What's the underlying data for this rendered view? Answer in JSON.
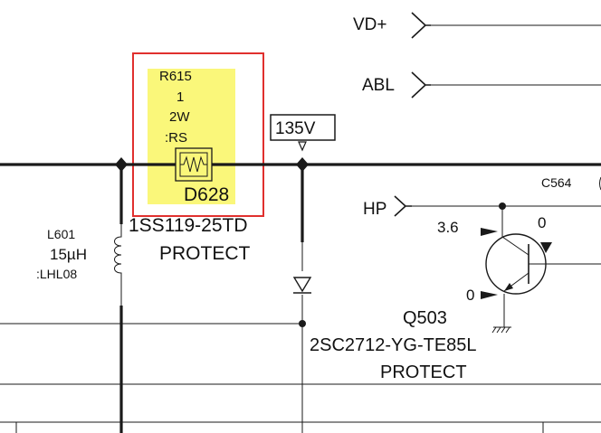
{
  "labels": {
    "vd_plus": "VD+",
    "abl": "ABL",
    "hp": "HP",
    "voltage_135": "135V",
    "r615_ref": "R615",
    "r615_value": "1",
    "r615_power": "2W",
    "r615_type": ":RS",
    "d628_ref": "D628",
    "d628_part": "1SS119-25TD",
    "d628_note": "PROTECT",
    "l601_ref": "L601",
    "l601_value": "15µH",
    "l601_part": ":LHL08",
    "c564_ref": "C564",
    "q503_base_v": "3.6",
    "q503_collector_v": "0",
    "q503_emitter_v": "0",
    "q503_ref": "Q503",
    "q503_part": "2SC2712-YG-TE85L",
    "q503_note": "PROTECT"
  },
  "colors": {
    "highlight_fill": "#faf77a",
    "highlight_border": "#e0302e",
    "wire": "#1a1a1a"
  }
}
